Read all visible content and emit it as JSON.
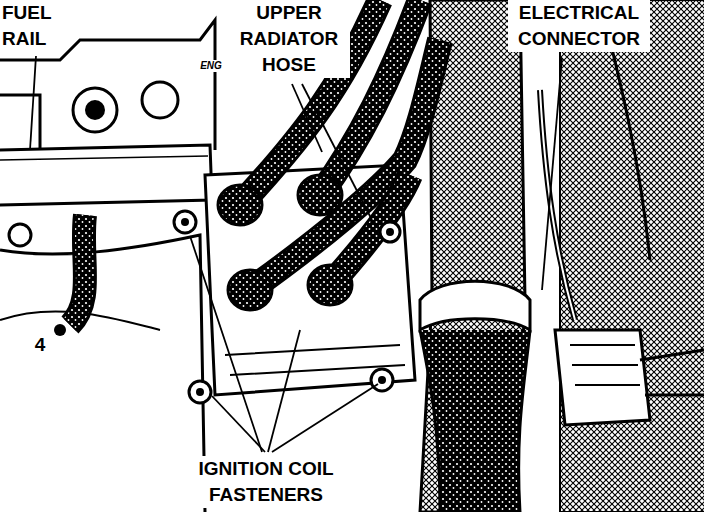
{
  "diagram": {
    "labels": [
      "FUEL RAIL",
      "ENG",
      "UPPER RADIATOR HOSE",
      "ELECTRICAL CONNECTOR",
      "4",
      "IGNITION COIL FASTENERS"
    ]
  }
}
